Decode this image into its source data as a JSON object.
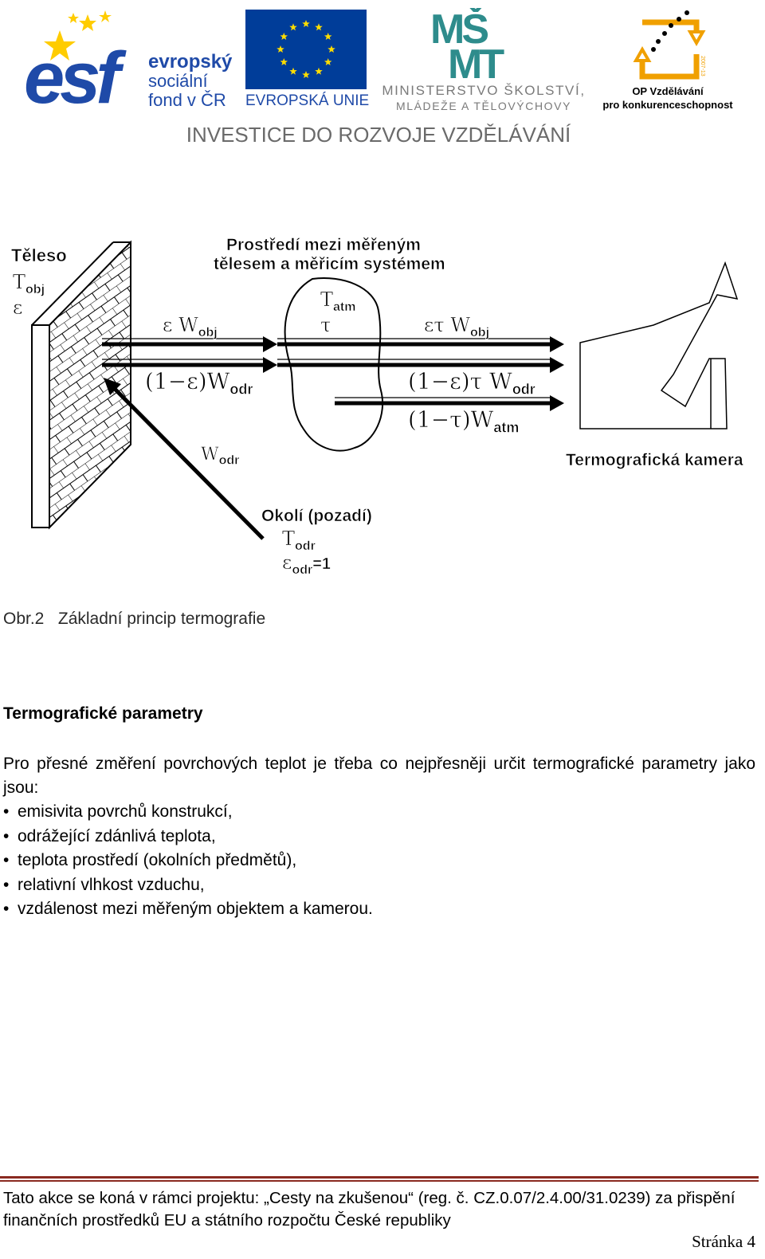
{
  "header": {
    "esf": {
      "letters": "esf",
      "line1": "evropský",
      "line2": "sociální",
      "line3": "fond v ČR"
    },
    "eu": {
      "label": "EVROPSKÁ UNIE"
    },
    "msmt": {
      "mark": "MŠMT",
      "line1": "MINISTERSTVO ŠKOLSTVÍ,",
      "line2": "MLÁDEŽE A TĚLOVÝCHOVY"
    },
    "op": {
      "line1": "OP Vzdělávání",
      "line2": "pro konkurenceschopnost",
      "tag": "2007-13"
    },
    "banner": "INVESTICE DO ROZVOJE VZDĚLÁVÁNÍ",
    "colors": {
      "esf_blue": "#1f4aa8",
      "eu_blue": "#003d99",
      "eu_star": "#ffdd00",
      "msmt_teal": "#2e8c8c",
      "op_orange": "#f0a000"
    }
  },
  "diagram": {
    "body_title": "Těleso",
    "body_temp": "T",
    "body_temp_sub": "obj",
    "body_eps": "ε",
    "medium_line1": "Prostředí mezi měřeným",
    "medium_line2": "tělesem a měřicím systémem",
    "atm_temp": "T",
    "atm_temp_sub": "atm",
    "atm_tau": "τ",
    "flow_eps_obj": "ε W",
    "flow_eps_obj_sub": "obj",
    "flow_refl": "(1−ε)W",
    "flow_refl_sub": "odr",
    "flow_out_obj": "ετ W",
    "flow_out_obj_sub": "obj",
    "flow_out_refl": "(1−ε)τ W",
    "flow_out_refl_sub": "odr",
    "flow_out_atm": "(1−τ)W",
    "flow_out_atm_sub": "atm",
    "wodr": "W",
    "wodr_sub": "odr",
    "camera_label": "Termografická kamera",
    "surround_title": "Okolí (pozadí)",
    "surround_temp": "T",
    "surround_temp_sub": "odr",
    "surround_eps": "ε",
    "surround_eps_sub": "odr",
    "surround_eps_val": "=1"
  },
  "caption": "Obr.2   Základní princip termografie",
  "section": {
    "heading": "Termografické parametry",
    "intro": "Pro přesné změření povrchových teplot je třeba co nejpřesněji určit termografické parametry jako jsou:",
    "bullet_char": "•",
    "bullets": [
      "emisivita povrchů konstrukcí,",
      "odrážející zdánlivá teplota,",
      "teplota prostředí (okolních předmětů),",
      "relativní vlhkost vzduchu,",
      "vzdálenost mezi měřeným objektem a kamerou."
    ]
  },
  "footer": {
    "line1": "Tato akce se koná v rámci projektu: „Cesty na zkušenou“  (reg. č. CZ.0.07/2.4.00/31.0239) za přispění",
    "line2": "finančních prostředků  EU a státního rozpočtu České republiky",
    "page": "Stránka 4",
    "rule_color": "#8a2a20"
  }
}
